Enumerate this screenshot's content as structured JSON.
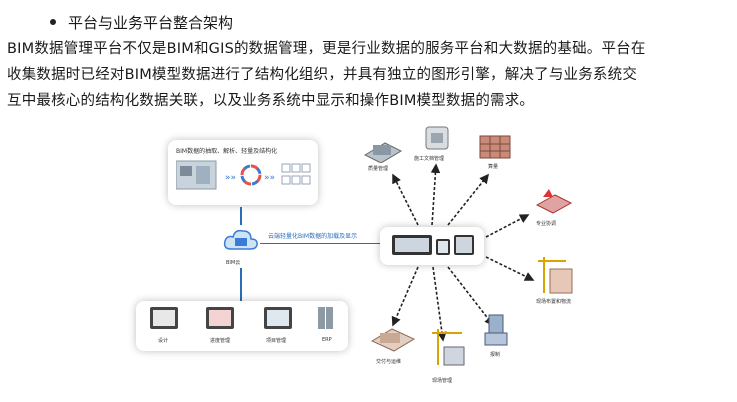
{
  "heading": "平台与业务平台整合架构",
  "paragraph": [
    "BIM数据管理平台不仅是BIM和GIS的数据管理，更是行业数据的服务平台和大数据的基础。平台在",
    "收集数据时已经对BIM模型数据进行了结构化组织，并具有独立的图形引擎，解决了与业务系统交",
    "互中最核心的结构化数据关联，以及业务系统中显示和操作BIM模型数据的需求。"
  ],
  "diagram": {
    "extract_title": "BIM数据的抽取、解析、轻量及结构化",
    "cloud_label": "BIM云",
    "cloud_link_label": "云端轻量化BIM数据的加载及显示",
    "business_apps": [
      "设计",
      "进度管理",
      "项目管理",
      "ERP"
    ],
    "spokes": [
      "质量管理",
      "施工文档管理",
      "算量",
      "专业协调",
      "现场布置和物流",
      "报制",
      "现场管理",
      "交付与运维"
    ]
  },
  "colors": {
    "arrow": "#222222",
    "cloud_line": "#2a6db5",
    "accent": "#3a7bd5"
  }
}
